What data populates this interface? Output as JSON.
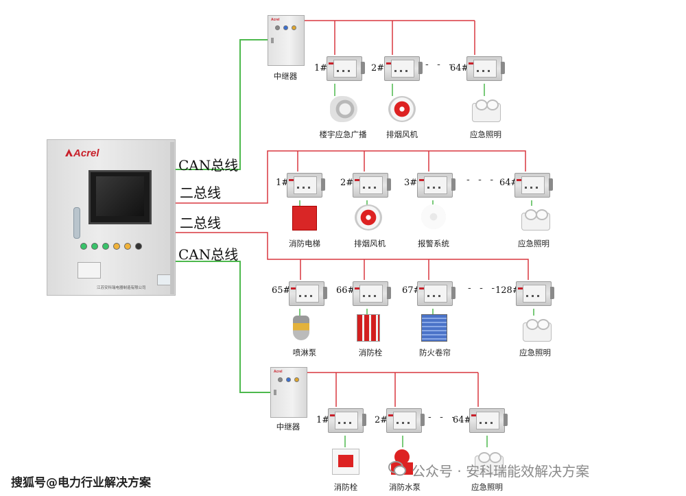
{
  "buses": {
    "can_top": "CAN总线",
    "two_wire_1": "二总线",
    "two_wire_2": "二总线",
    "can_bottom": "CAN总线"
  },
  "colors": {
    "can_line": "#4cb84c",
    "two_wire_line": "#d9363e"
  },
  "main_cabinet": {
    "brand": "Acrel",
    "nameplate": "江苏安科瑞电器制造有限公司",
    "led_colors": [
      "#39c36a",
      "#39c36a",
      "#39c36a",
      "#f0b23a",
      "#f0b23a",
      "#333333"
    ]
  },
  "repeater_top": {
    "label": "中继器",
    "brand": "Acrel"
  },
  "repeater_bottom": {
    "label": "中继器",
    "brand": "Acrel"
  },
  "group_top": {
    "numbers": [
      "1#",
      "2#",
      "64#"
    ],
    "ellipsis": "- - -",
    "devices": [
      {
        "icon": "broadcast-speaker-icon",
        "label": "楼宇应急广播"
      },
      {
        "icon": "smoke-exhaust-fan-icon",
        "label": "排烟风机"
      },
      {
        "icon": "emergency-light-icon",
        "label": "应急照明"
      }
    ]
  },
  "group_mid1": {
    "numbers": [
      "1#",
      "2#",
      "3#",
      "64#"
    ],
    "ellipsis": "- - -",
    "devices": [
      {
        "icon": "fire-elevator-icon",
        "label": "消防电梯"
      },
      {
        "icon": "smoke-exhaust-fan-icon",
        "label": "排烟风机"
      },
      {
        "icon": "alarm-detector-icon",
        "label": "报警系统"
      },
      {
        "icon": "emergency-light-icon",
        "label": "应急照明"
      }
    ]
  },
  "group_mid2": {
    "numbers": [
      "65#",
      "66#",
      "67#",
      "128#"
    ],
    "ellipsis": "- - -",
    "devices": [
      {
        "icon": "sprinkler-pump-icon",
        "label": "喷淋泵"
      },
      {
        "icon": "fire-hydrant-icon",
        "label": "消防栓"
      },
      {
        "icon": "fire-shutter-icon",
        "label": "防火卷帘"
      },
      {
        "icon": "emergency-light-icon",
        "label": "应急照明"
      }
    ]
  },
  "group_bottom": {
    "numbers": [
      "1#",
      "2#",
      "64#"
    ],
    "ellipsis": "- - -",
    "devices": [
      {
        "icon": "fire-hydrant-box-icon",
        "label": "消防栓"
      },
      {
        "icon": "fire-water-pump-icon",
        "label": "消防水泵"
      },
      {
        "icon": "emergency-light-icon",
        "label": "应急照明"
      }
    ]
  },
  "watermark_left": "搜狐号@电力行业解决方案",
  "watermark_right": "公众号 · 安科瑞能效解决方案"
}
